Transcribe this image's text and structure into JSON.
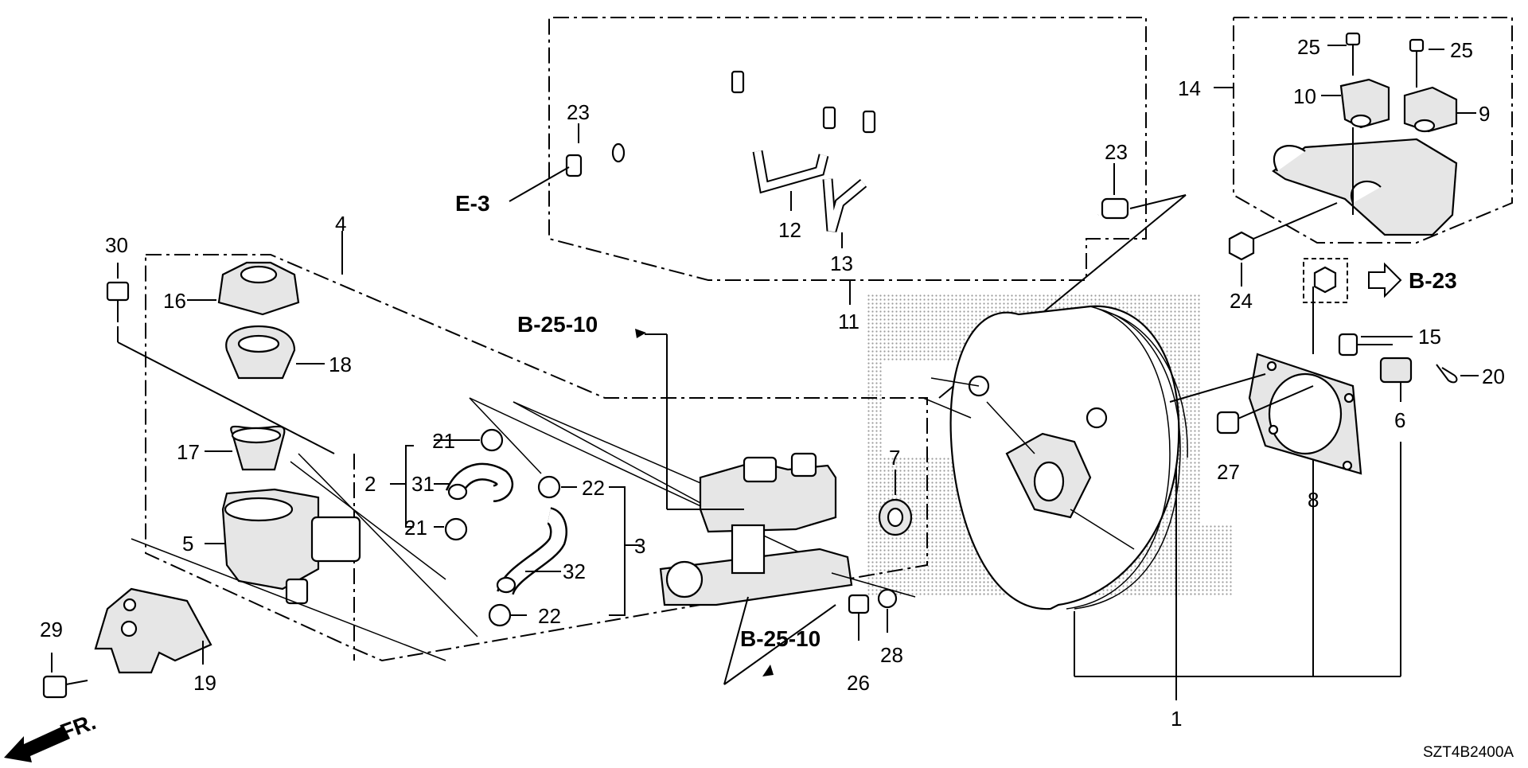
{
  "diagram": {
    "code": "SZT4B2400A",
    "front_label": "FR.",
    "refs": {
      "e3": "E-3",
      "b2510_upper": "B-25-10",
      "b2510_lower": "B-25-10",
      "b23": "B-23"
    },
    "callouts": {
      "p1": "1",
      "p2": "2",
      "p3": "3",
      "p4": "4",
      "p5": "5",
      "p6": "6",
      "p7": "7",
      "p8": "8",
      "p9": "9",
      "p10": "10",
      "p11": "11",
      "p12": "12",
      "p13": "13",
      "p14": "14",
      "p15": "15",
      "p16": "16",
      "p17": "17",
      "p18": "18",
      "p19": "19",
      "p20": "20",
      "p21a": "21",
      "p21b": "21",
      "p22a": "22",
      "p22b": "22",
      "p23a": "23",
      "p23b": "23",
      "p24": "24",
      "p25a": "25",
      "p25b": "25",
      "p26": "26",
      "p27": "27",
      "p28": "28",
      "p29": "29",
      "p30": "30",
      "p31": "31",
      "p32": "32"
    }
  }
}
